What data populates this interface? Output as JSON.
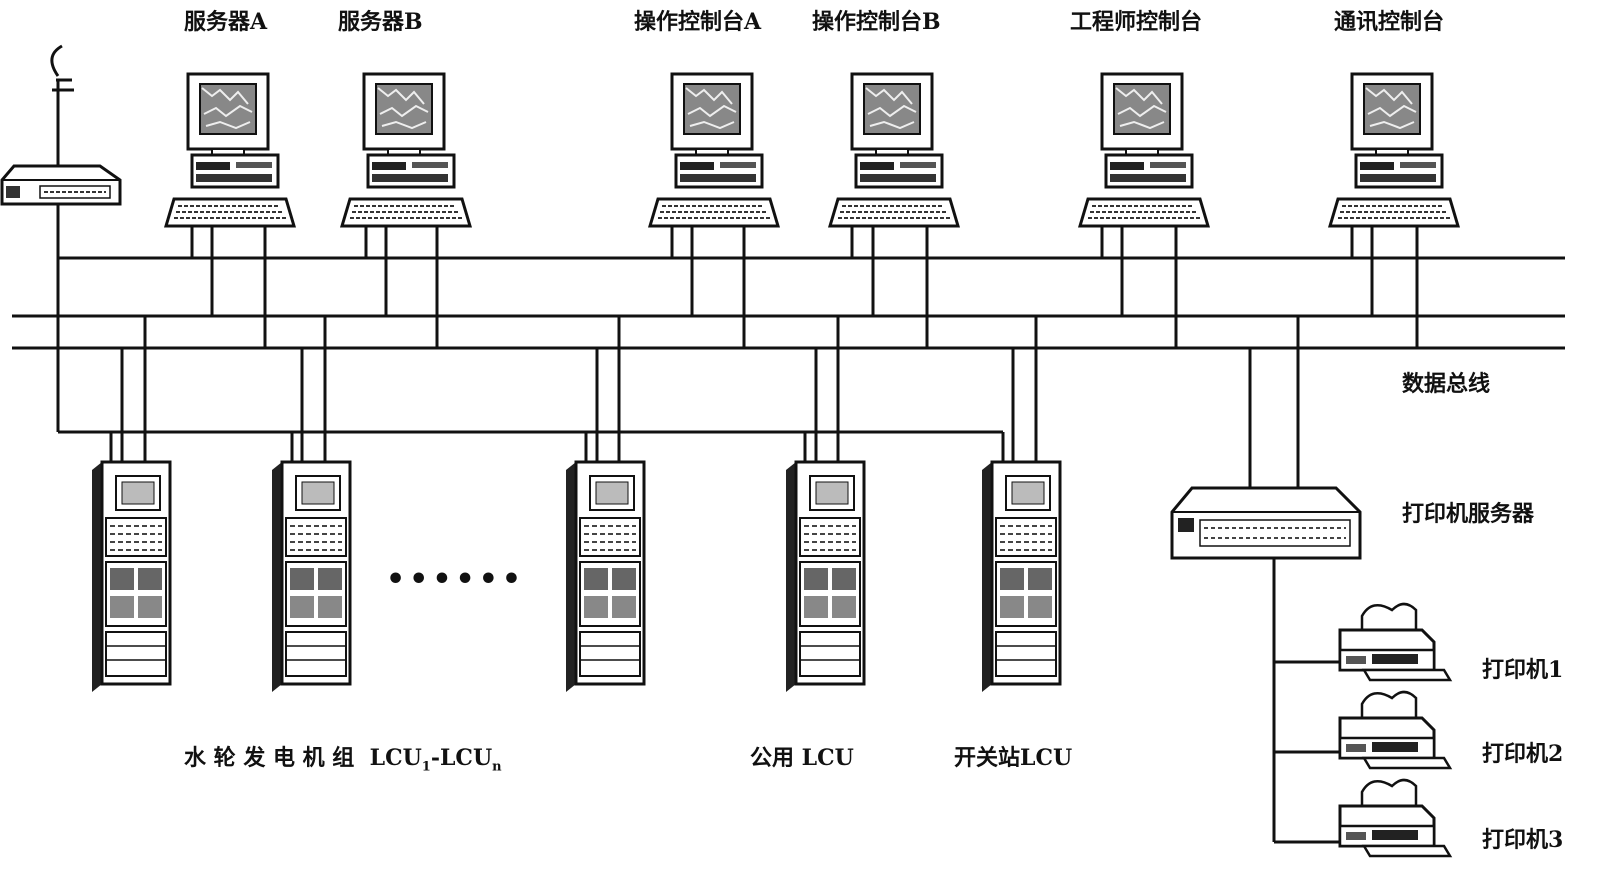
{
  "top_labels": {
    "server_a": "服务器A",
    "server_b": "服务器B",
    "op_console_a": "操作控制台A",
    "op_console_b": "操作控制台B",
    "engineer_console": "工程师控制台",
    "comm_console": "通讯控制台"
  },
  "side_labels": {
    "data_bus": "数据总线",
    "printer_server": "打印机服务器",
    "printer_1": "打印机1",
    "printer_2": "打印机2",
    "printer_3": "打印机3"
  },
  "bottom_labels": {
    "unit_lcu_prefix": "水 轮 发 电 机 组  LCU",
    "unit_lcu_sub1": "1",
    "unit_lcu_dash": "-LCU",
    "unit_lcu_subn": "n",
    "public_lcu": "公用 LCU",
    "switch_lcu": "开关站LCU"
  },
  "ellipsis": "••••••"
}
